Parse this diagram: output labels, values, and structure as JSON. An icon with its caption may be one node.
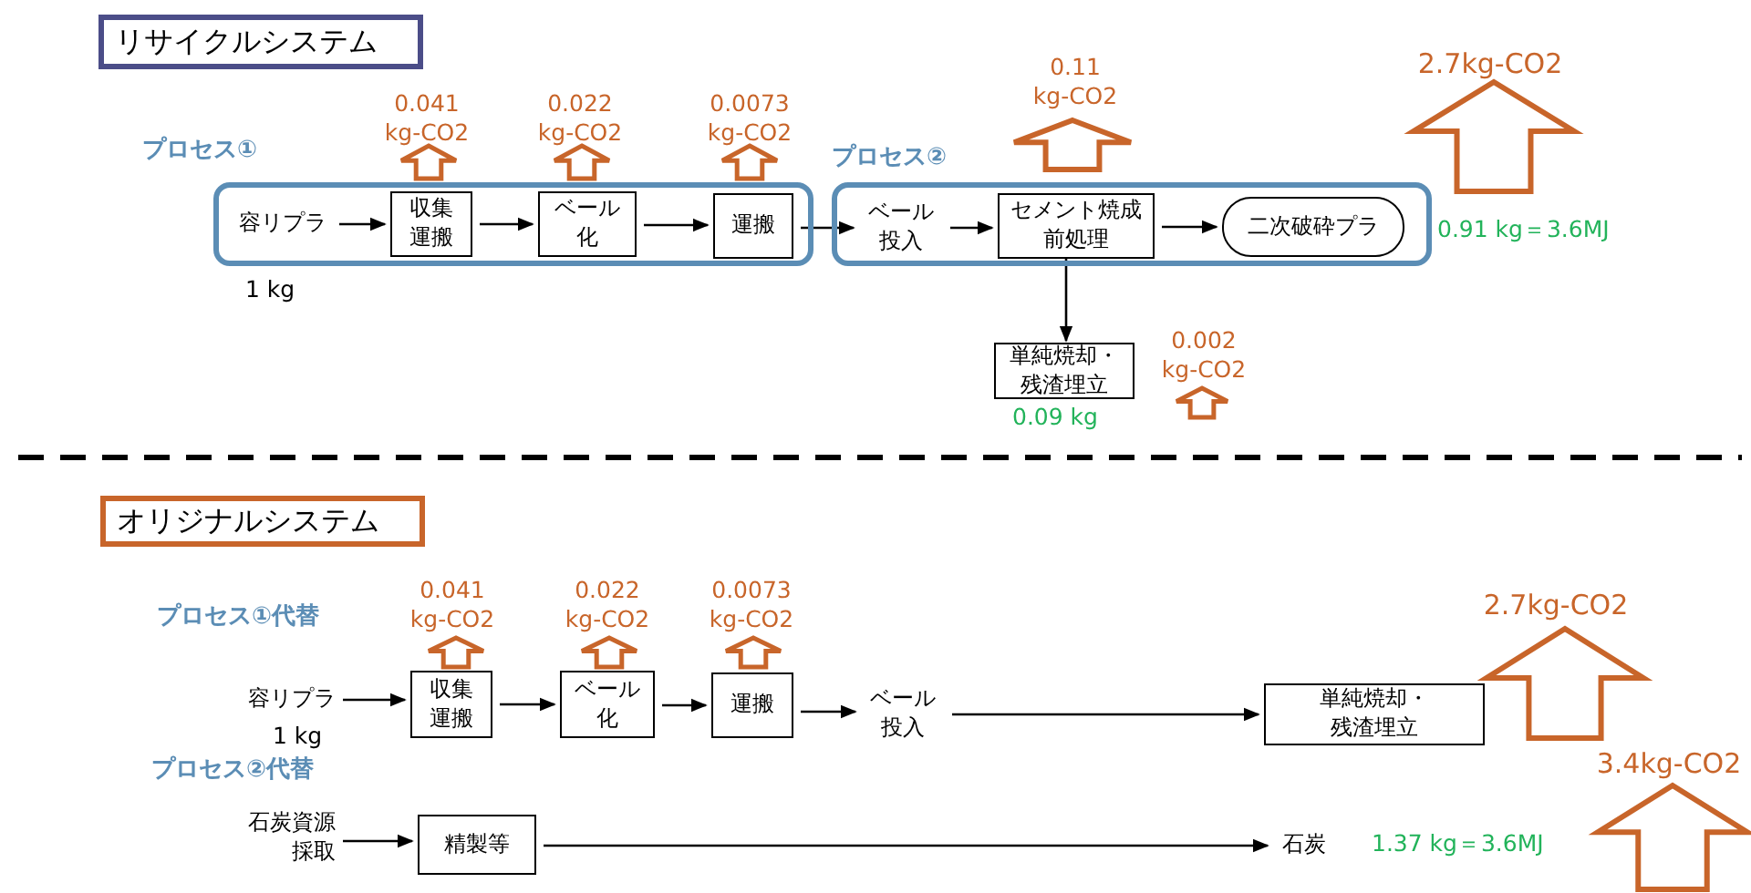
{
  "diagram": {
    "nodes": [
      {
        "text": [
          "リサイクルシステム"
        ]
      },
      {
        "text": [],
        "shape": "box"
      },
      {
        "text": [
          "容リプラ"
        ],
        "in": 1
      },
      {
        "text": [
          "収集運搬"
        ],
        "in": 1
      },
      {
        "text": [
          "ベール化"
        ],
        "in": 1
      },
      {
        "text": [
          "運搬"
        ],
        "in": 1
      },
      {
        "text": [],
        "shape": "box"
      },
      {
        "text": [
          "ベール投入"
        ],
        "in": 6
      },
      {
        "text": [
          "セメント焼成前処理"
        ],
        "in": 6
      },
      {
        "text": [
          "二次破砕プラ"
        ],
        "in": 6
      },
      {
        "text": [
          "単純焼却・残渣埋立"
        ],
        "beside": [
          "0.09 kg"
        ]
      },
      {
        "text": [
          "オリジナルシステム"
        ]
      },
      {
        "text": [
          "容リプラ"
        ]
      },
      {
        "text": [
          "収集運搬"
        ]
      },
      {
        "text": [
          "ベール化"
        ]
      },
      {
        "text": [
          "運搬"
        ]
      },
      {
        "text": [
          "ベール投入"
        ]
      },
      {
        "text": [
          "単純焼却・残渣埋立"
        ]
      },
      {
        "text": [
          "石炭資源採取"
        ]
      },
      {
        "text": [
          "精製等"
        ]
      },
      {
        "text": [
          "石炭"
        ]
      }
    ],
    "edges": [
      {
        "from": 2,
        "to": 3,
        "arrow": "to"
      },
      {
        "from": 3,
        "to": 4,
        "arrow": "to"
      },
      {
        "from": 4,
        "to": 5,
        "arrow": "to"
      },
      {
        "from": 5,
        "to": 7,
        "arrow": "to"
      },
      {
        "from": 7,
        "to": 8,
        "arrow": "to"
      },
      {
        "from": 8,
        "to": 9,
        "arrow": "to"
      },
      {
        "from": 8,
        "to": 10,
        "arrow": "to"
      },
      {
        "from": 12,
        "to": 13,
        "arrow": "to"
      },
      {
        "from": 13,
        "to": 14,
        "arrow": "to"
      },
      {
        "from": 14,
        "to": 15,
        "arrow": "to"
      },
      {
        "from": 15,
        "to": 16,
        "arrow": "to"
      },
      {
        "from": 16,
        "to": 17,
        "arrow": "to"
      },
      {
        "from": 18,
        "to": 19,
        "arrow": "to"
      },
      {
        "from": 19,
        "to": 20,
        "arrow": "to"
      }
    ],
    "labels": [
      "プロセス①",
      "0.041 kg-CO2",
      "0.022 kg-CO2",
      "0.0073 kg-CO2",
      "プロセス②",
      "0.11 kg-CO2",
      "2.7kg-CO2",
      "0.91 kg＝3.6MJ",
      "1 kg",
      "0.002 kg-CO2",
      "プロセス①代替",
      "0.041 kg-CO2",
      "0.022 kg-CO2",
      "0.0073 kg-CO2",
      "2.7kg-CO2",
      "1 kg",
      "プロセス②代替",
      "3.4kg-CO2",
      "1.37 kg＝3.6MJ"
    ]
  }
}
